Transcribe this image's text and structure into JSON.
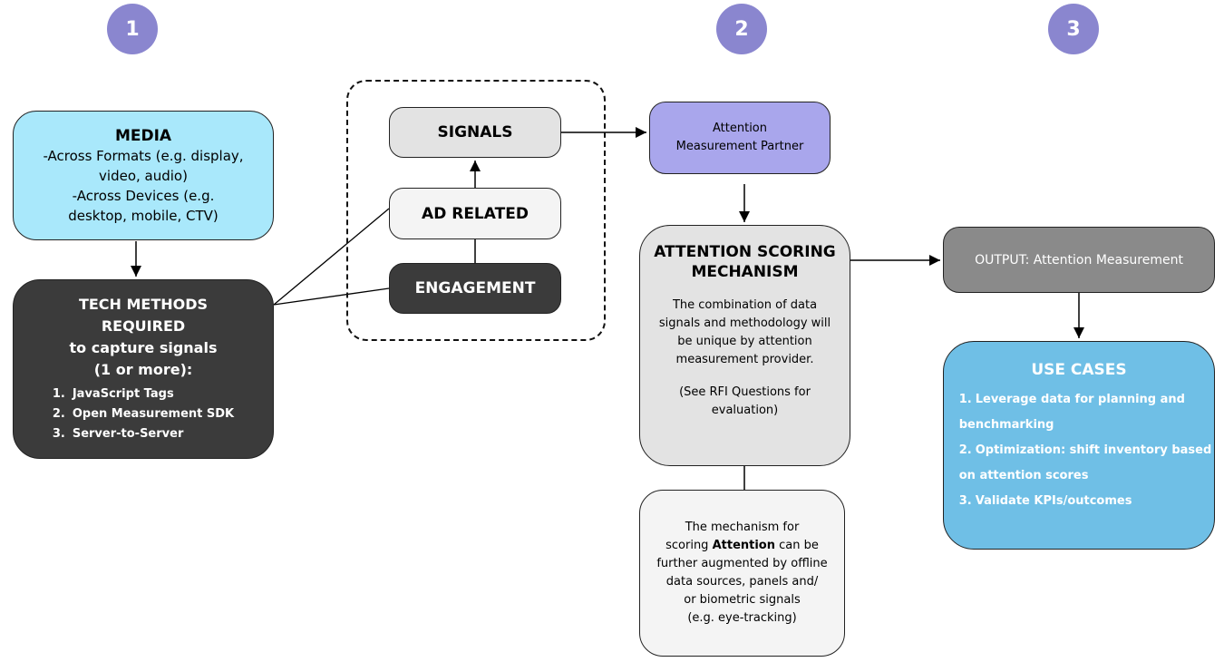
{
  "steps": [
    "1",
    "2",
    "3"
  ],
  "media": {
    "title": "MEDIA",
    "lines": [
      "-Across Formats (e.g. display,",
      "video, audio)",
      "-Across Devices (e.g.",
      "desktop, mobile, CTV)"
    ]
  },
  "tech": {
    "title_lines": [
      "TECH METHODS",
      "REQUIRED",
      "to capture signals",
      "(1 or more):"
    ],
    "items": [
      {
        "num": "1.",
        "text": "JavaScript Tags"
      },
      {
        "num": "2.",
        "text": "Open Measurement SDK"
      },
      {
        "num": "3.",
        "text": "Server-to-Server"
      }
    ]
  },
  "signals": {
    "label": "SIGNALS"
  },
  "ad_related": {
    "label": "AD RELATED"
  },
  "engagement": {
    "label": "ENGAGEMENT"
  },
  "partner": {
    "lines": [
      "Attention",
      "Measurement Partner"
    ]
  },
  "scoring": {
    "title_lines": [
      "ATTENTION SCORING",
      "MECHANISM"
    ],
    "body_lines": [
      "The combination of data",
      "signals and methodology will",
      "be unique by attention",
      "measurement provider."
    ],
    "foot_lines": [
      "(See RFI Questions for",
      "evaluation)"
    ]
  },
  "mechanism_note": {
    "lines_before": [
      "The mechanism for",
      "scoring "
    ],
    "bold_word": "Attention",
    "after_bold": " can be",
    "lines_after": [
      "further augmented by offline",
      "data sources, panels and/",
      "or biometric signals",
      "(e.g. eye-tracking)"
    ]
  },
  "output": {
    "label": "OUTPUT: Attention Measurement"
  },
  "use_cases": {
    "title": "USE CASES",
    "items": [
      {
        "num": "1.",
        "lines": [
          "Leverage data for planning and",
          "benchmarking"
        ]
      },
      {
        "num": "2.",
        "lines": [
          "Optimization: shift inventory based",
          "on attention scores"
        ]
      },
      {
        "num": "3.",
        "lines": [
          "Validate KPIs/outcomes"
        ]
      }
    ]
  },
  "colors": {
    "step": "#8a86cf",
    "media": "#a9e8fb",
    "dark": "#3b3b3b",
    "partner": "#a9a6ec",
    "light_gray": "#e3e3e3",
    "output": "#8a8a8a",
    "use_cases": "#6fbfe6"
  }
}
